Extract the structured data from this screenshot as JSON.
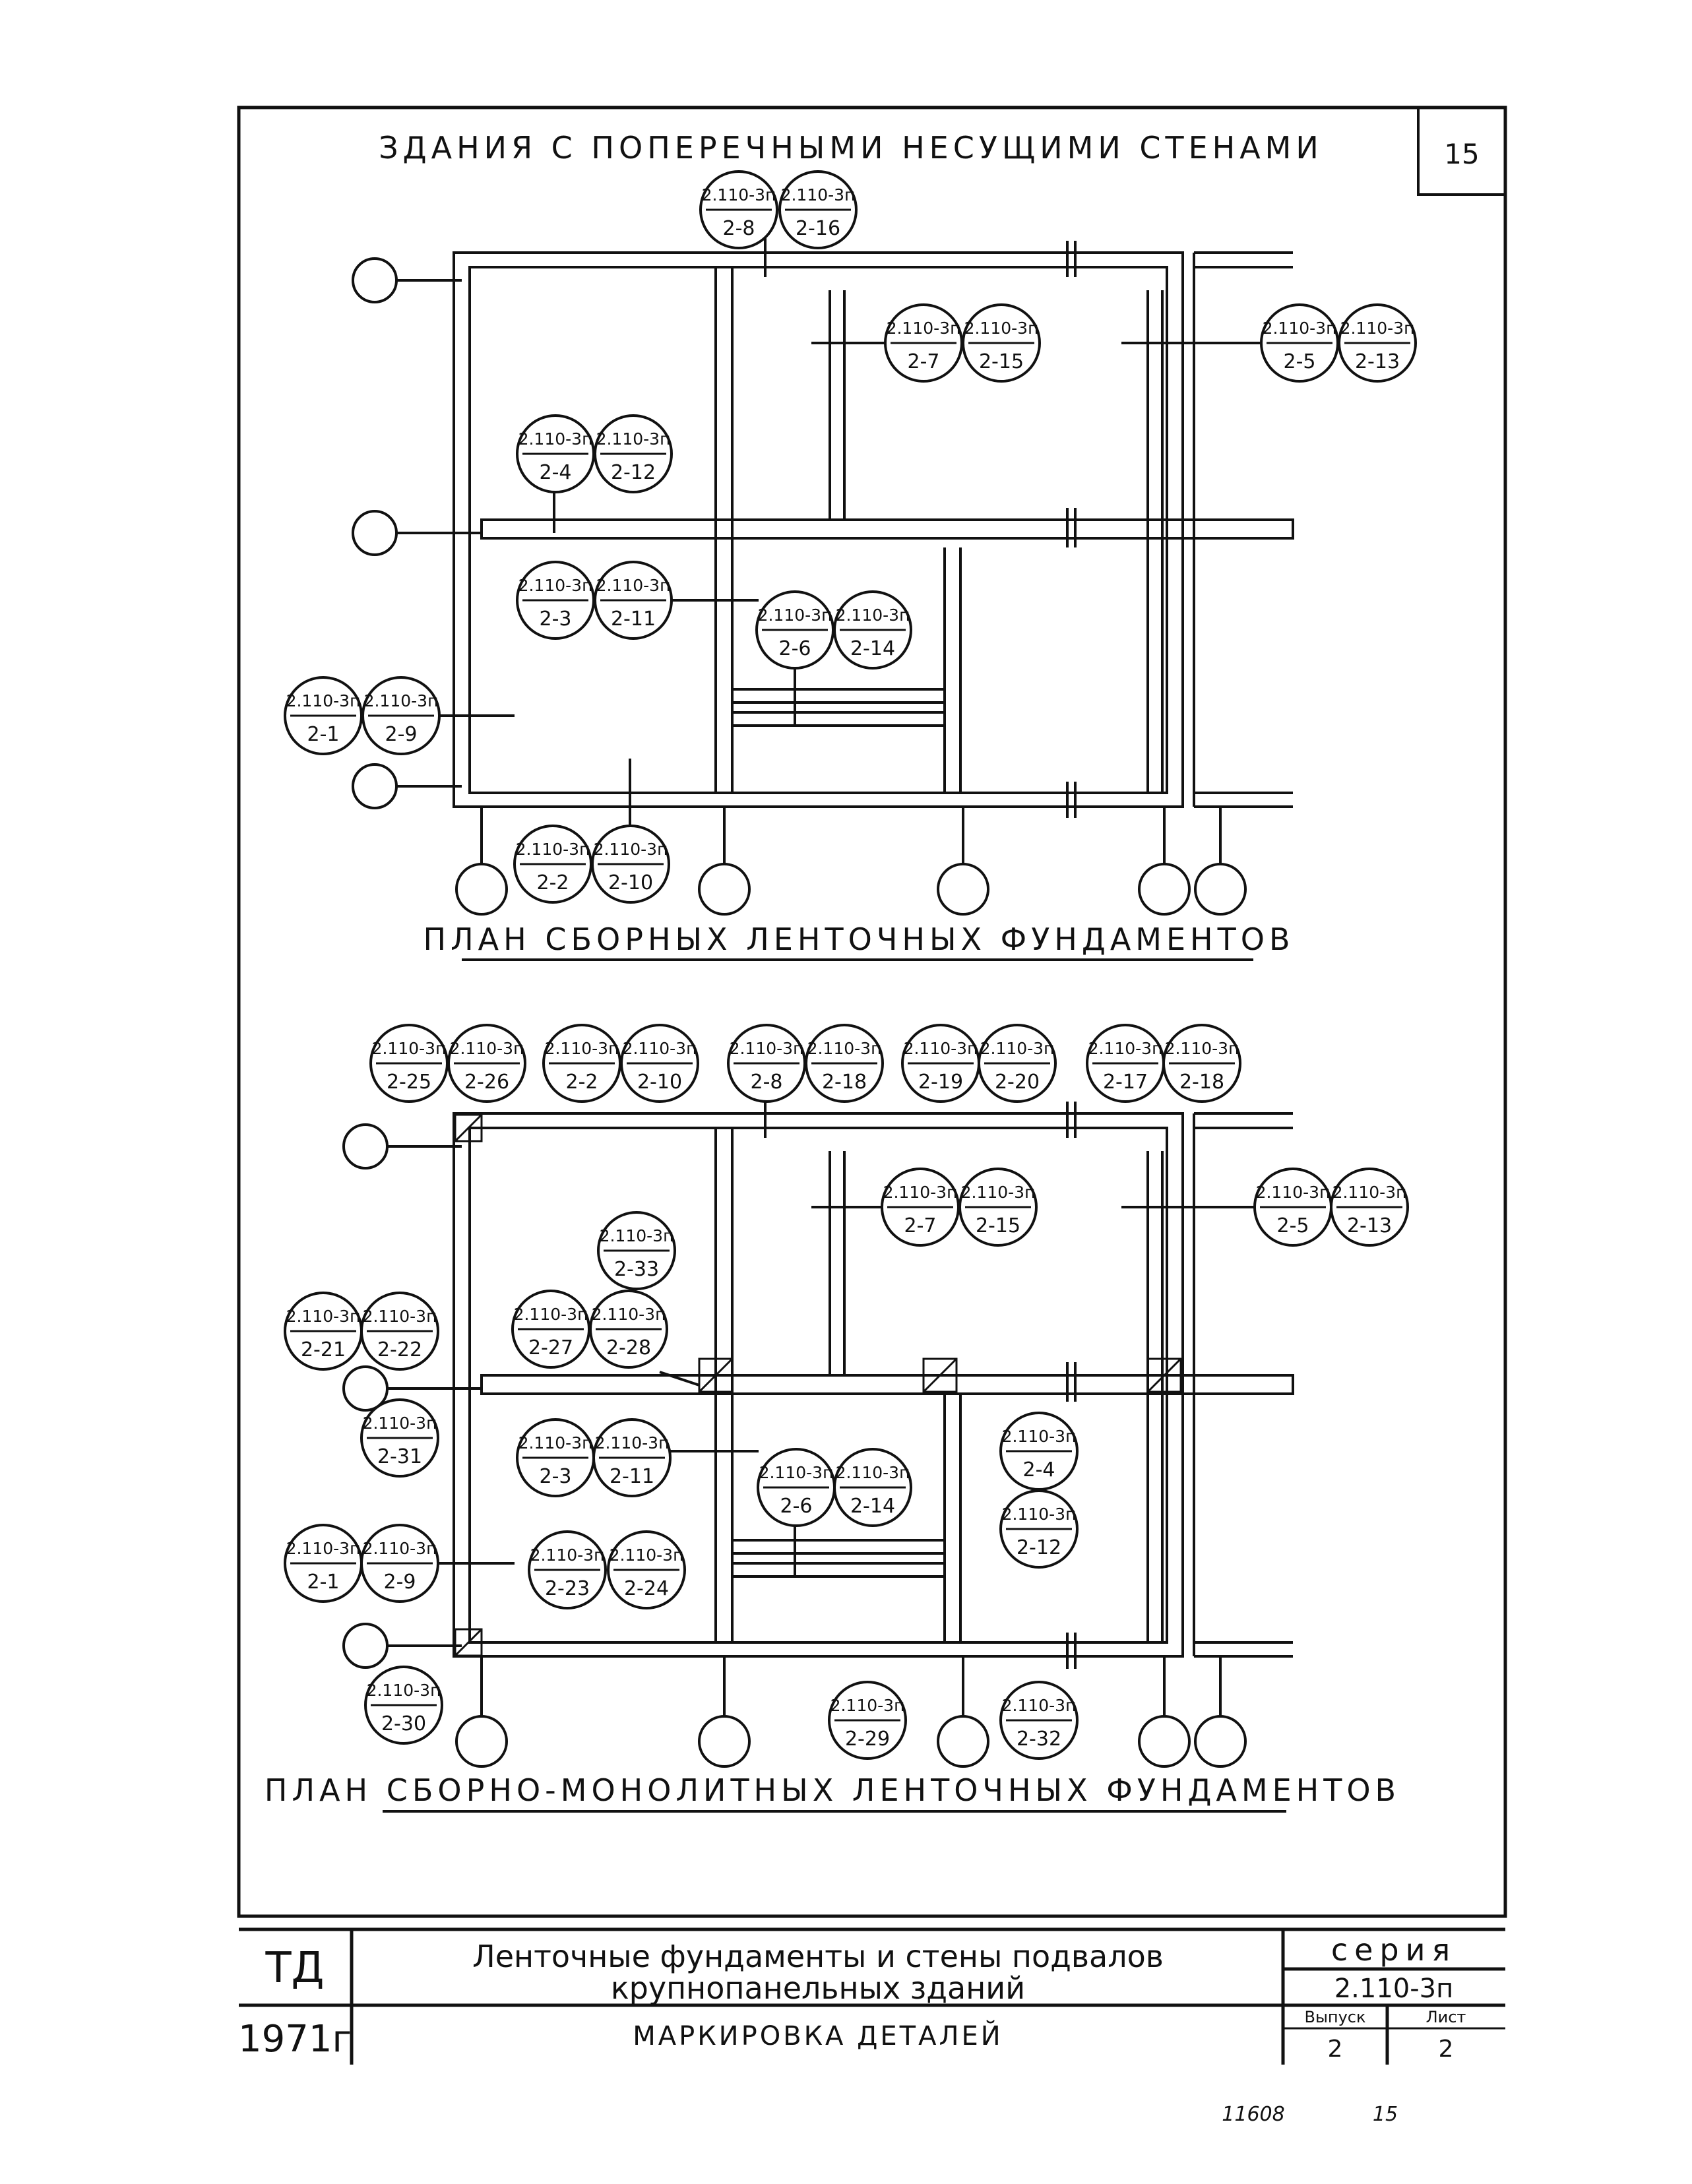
{
  "header": {
    "top_title": "ЗДАНИЯ С ПОПЕРЕЧНЫМИ НЕСУЩИМИ СТЕНАМИ",
    "page_number": "15"
  },
  "plans": [
    {
      "caption": "ПЛАН СБОРНЫХ ЛЕНТОЧНЫХ ФУНДАМЕНТОВ",
      "markers": [
        {
          "series": "2.110-3п",
          "detail": "2-8"
        },
        {
          "series": "2.110-3п",
          "detail": "2-16"
        },
        {
          "series": "2.110-3п",
          "detail": "2-7"
        },
        {
          "series": "2.110-3п",
          "detail": "2-15"
        },
        {
          "series": "2.110-3п",
          "detail": "2-5"
        },
        {
          "series": "2.110-3п",
          "detail": "2-13"
        },
        {
          "series": "2.110-3п",
          "detail": "2-4"
        },
        {
          "series": "2.110-3п",
          "detail": "2-12"
        },
        {
          "series": "2.110-3п",
          "detail": "2-3"
        },
        {
          "series": "2.110-3п",
          "detail": "2-11"
        },
        {
          "series": "2.110-3п",
          "detail": "2-6"
        },
        {
          "series": "2.110-3п",
          "detail": "2-14"
        },
        {
          "series": "2.110-3п",
          "detail": "2-1"
        },
        {
          "series": "2.110-3п",
          "detail": "2-9"
        },
        {
          "series": "2.110-3п",
          "detail": "2-2"
        },
        {
          "series": "2.110-3п",
          "detail": "2-10"
        }
      ]
    },
    {
      "caption": "ПЛАН СБОРНО-МОНОЛИТНЫХ ЛЕНТОЧНЫХ ФУНДАМЕНТОВ",
      "markers": [
        {
          "series": "2.110-3п",
          "detail": "2-25"
        },
        {
          "series": "2.110-3п",
          "detail": "2-26"
        },
        {
          "series": "2.110-3п",
          "detail": "2-2"
        },
        {
          "series": "2.110-3п",
          "detail": "2-10"
        },
        {
          "series": "2.110-3п",
          "detail": "2-8"
        },
        {
          "series": "2.110-3п",
          "detail": "2-18"
        },
        {
          "series": "2.110-3п",
          "detail": "2-19"
        },
        {
          "series": "2.110-3п",
          "detail": "2-20"
        },
        {
          "series": "2.110-3п",
          "detail": "2-17"
        },
        {
          "series": "2.110-3п",
          "detail": "2-18"
        },
        {
          "series": "2.110-3п",
          "detail": "2-7"
        },
        {
          "series": "2.110-3п",
          "detail": "2-15"
        },
        {
          "series": "2.110-3п",
          "detail": "2-5"
        },
        {
          "series": "2.110-3п",
          "detail": "2-13"
        },
        {
          "series": "2.110-3п",
          "detail": "2-33"
        },
        {
          "series": "2.110-3п",
          "detail": "2-21"
        },
        {
          "series": "2.110-3п",
          "detail": "2-22"
        },
        {
          "series": "2.110-3п",
          "detail": "2-27"
        },
        {
          "series": "2.110-3п",
          "detail": "2-28"
        },
        {
          "series": "2.110-3п",
          "detail": "2-31"
        },
        {
          "series": "2.110-3п",
          "detail": "2-3"
        },
        {
          "series": "2.110-3п",
          "detail": "2-11"
        },
        {
          "series": "2.110-3п",
          "detail": "2-6"
        },
        {
          "series": "2.110-3п",
          "detail": "2-14"
        },
        {
          "series": "2.110-3п",
          "detail": "2-4"
        },
        {
          "series": "2.110-3п",
          "detail": "2-12"
        },
        {
          "series": "2.110-3п",
          "detail": "2-1"
        },
        {
          "series": "2.110-3п",
          "detail": "2-9"
        },
        {
          "series": "2.110-3п",
          "detail": "2-23"
        },
        {
          "series": "2.110-3п",
          "detail": "2-24"
        },
        {
          "series": "2.110-3п",
          "detail": "2-30"
        },
        {
          "series": "2.110-3п",
          "detail": "2-29"
        },
        {
          "series": "2.110-3п",
          "detail": "2-32"
        }
      ]
    }
  ],
  "title_block": {
    "org": "ТД",
    "year": "1971г",
    "title_line1": "Ленточные фундаменты и стены подвалов",
    "title_line2": "крупнопанельных зданий",
    "subtitle": "МАРКИРОВКА ДЕТАЛЕЙ",
    "series_label": "серия",
    "series_value": "2.110-3п",
    "issue_label": "Выпуск",
    "issue_value": "2",
    "sheet_label": "Лист",
    "sheet_value": "2"
  },
  "footer": {
    "inventory": "11608",
    "page": "15"
  }
}
